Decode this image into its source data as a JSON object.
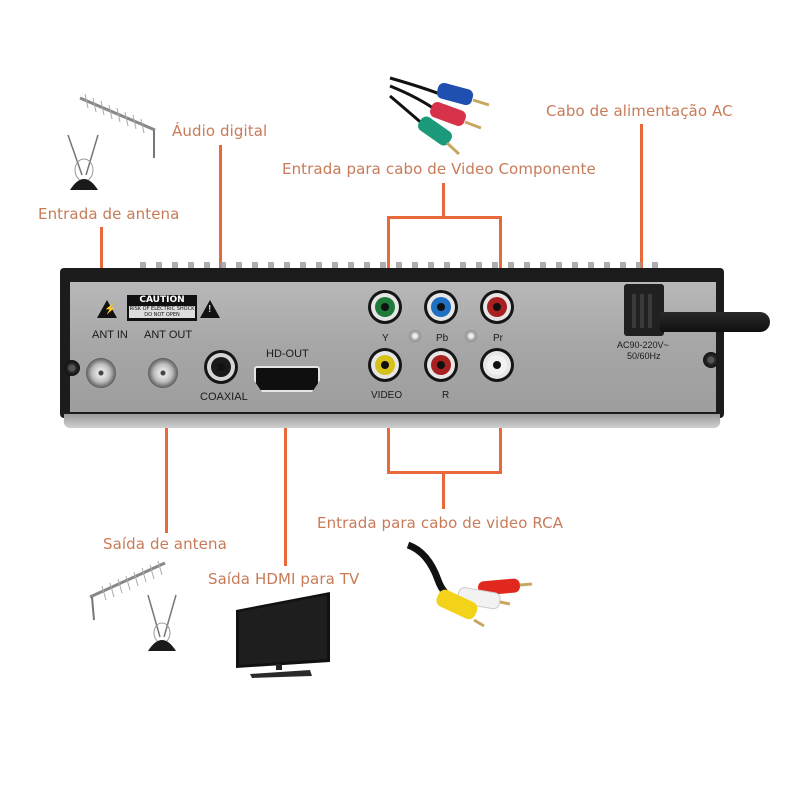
{
  "labels": {
    "audio_digital": "Áudio digital",
    "antenna_in": "Entrada de antena",
    "component_video": "Entrada para cabo de Video Componente",
    "ac_power": "Cabo de alimentação AC",
    "rca_video": "Entrada para cabo de video RCA",
    "antenna_out": "Saída de antena",
    "hdmi_out": "Saída HDMI para TV"
  },
  "device": {
    "ant_in": "ANT IN",
    "ant_out": "ANT OUT",
    "coaxial": "COAXIAL",
    "hd_out": "HD-OUT",
    "caution_title": "CAUTION",
    "caution_line1": "RISK OF ELECTRIC SHOCK",
    "caution_line2": "DO NOT OPEN",
    "y": "Y",
    "pb": "Pb",
    "pr": "Pr",
    "video": "VIDEO",
    "r": "R",
    "power_spec_1": "AC90-220V~",
    "power_spec_2": "50/60Hz"
  },
  "colors": {
    "accent_line": "#e8693a",
    "label_text": "#c87b58",
    "y_jack": "#1f7a3a",
    "pb_jack": "#1f6fc2",
    "pr_jack": "#a8201f",
    "video_jack": "#d7c21a",
    "r_jack": "#a8201f",
    "l_jack": "#f2f2f2"
  },
  "illustrations": {
    "top_left": "antenna-pair",
    "top_center": "component-cable",
    "bottom_left": "antenna-pair",
    "bottom_center": "television",
    "bottom_right": "rca-cable"
  }
}
